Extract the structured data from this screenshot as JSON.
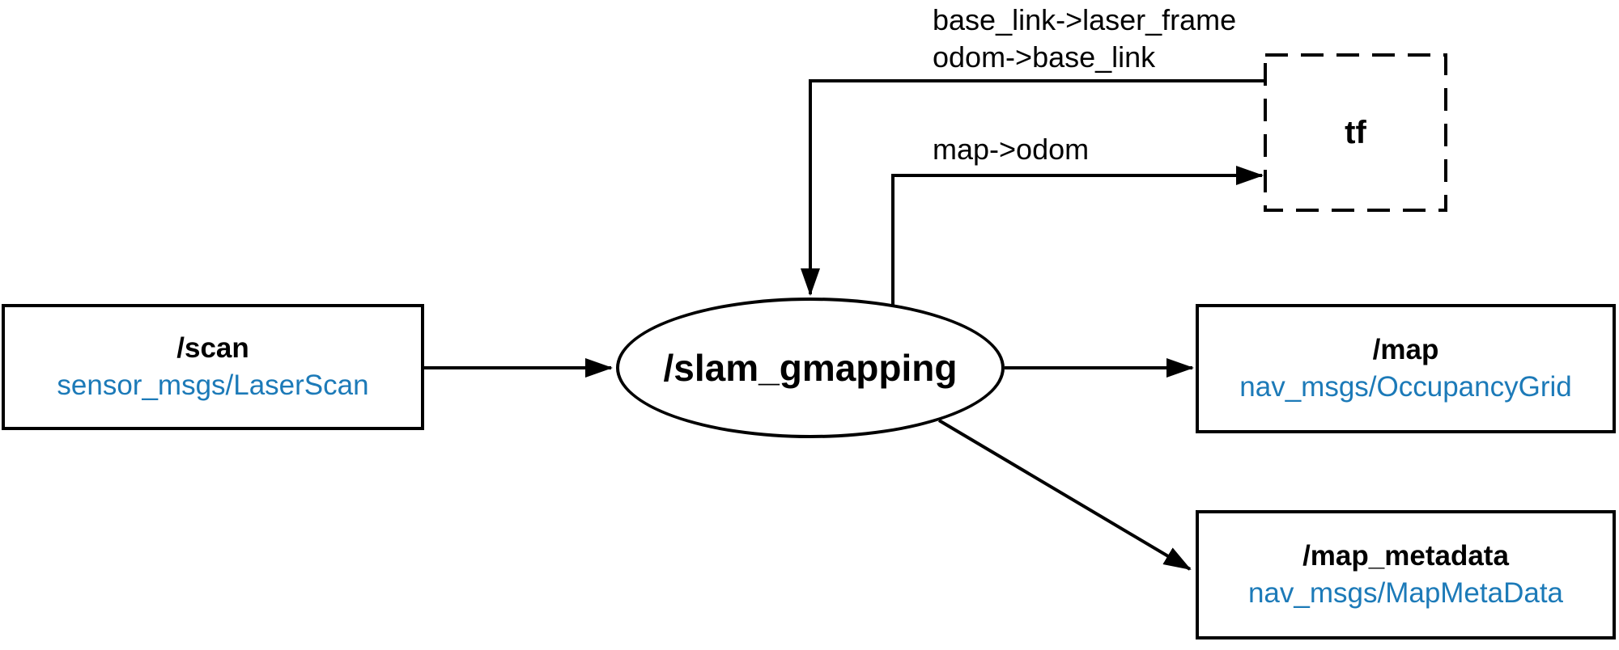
{
  "diagram": {
    "node": {
      "label": "/slam_gmapping"
    },
    "topics": {
      "scan": {
        "name": "/scan",
        "type": "sensor_msgs/LaserScan"
      },
      "map": {
        "name": "/map",
        "type": "nav_msgs/OccupancyGrid"
      },
      "map_metadata": {
        "name": "/map_metadata",
        "type": "nav_msgs/MapMetaData"
      }
    },
    "tf": {
      "label": "tf"
    },
    "edge_labels": {
      "tf_input_line1": "base_link->laser_frame",
      "tf_input_line2": "odom->base_link",
      "tf_output": "map->odom"
    },
    "colors": {
      "topic_type_text": "#1c7ab8",
      "line": "#000000",
      "background": "#ffffff"
    }
  }
}
